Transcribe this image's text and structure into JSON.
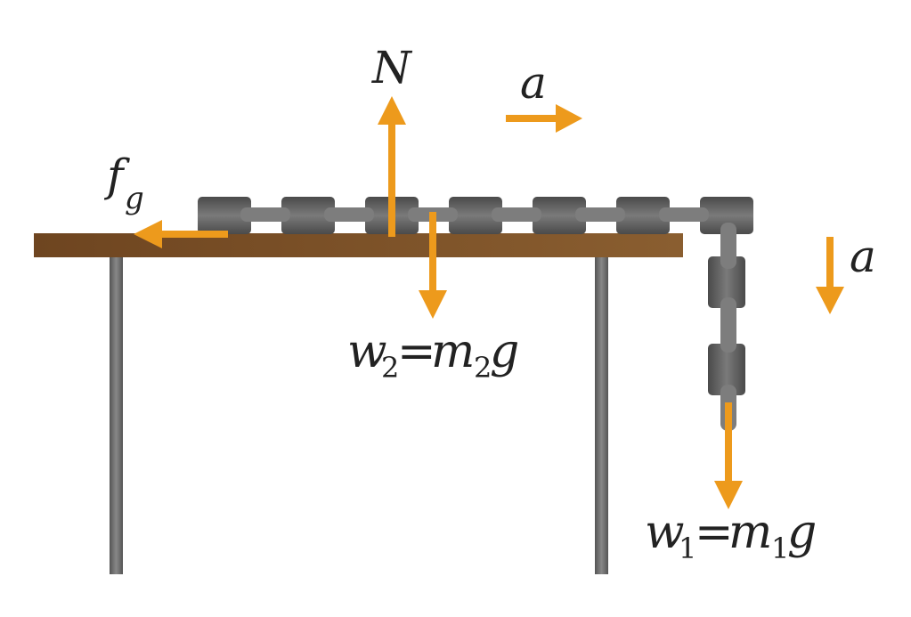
{
  "labels": {
    "normal": "N",
    "accel_top": "a",
    "accel_right": "a",
    "friction_main": "f",
    "friction_sub": "g",
    "w2": {
      "w": "w",
      "w_sub": "2",
      "eq": "=",
      "m": "m",
      "m_sub": "2",
      "g": "g"
    },
    "w1": {
      "w": "w",
      "w_sub": "1",
      "eq": "=",
      "m": "m",
      "m_sub": "1",
      "g": "g"
    }
  },
  "colors": {
    "arrow": "#ED9A1C",
    "table_top": "#7A4E22",
    "table_leg": "#6B6B6B",
    "chain_link": "#5E5E5E",
    "text": "#222222"
  },
  "icons": {
    "chain": "chain-links",
    "table": "table"
  }
}
